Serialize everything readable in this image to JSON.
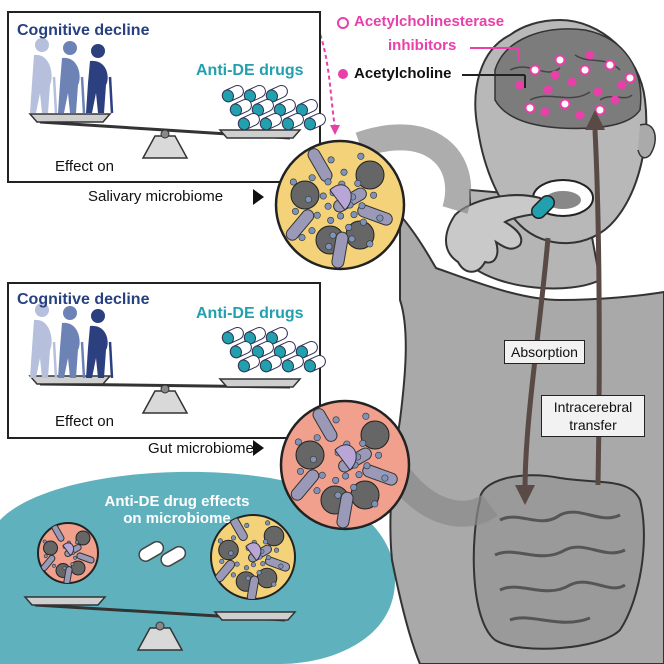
{
  "panel_salivary": {
    "left_label": "Cognitive decline",
    "right_label": "Anti-DE drugs",
    "effect_label": "Effect on",
    "site_label": "Salivary microbiome"
  },
  "panel_gut": {
    "left_label": "Cognitive decline",
    "right_label": "Anti-DE drugs",
    "effect_label": "Effect on",
    "site_label": "Gut microbiome"
  },
  "drug_effects": {
    "title_line1": "Anti-DE drug effects",
    "title_line2": "on microbiome"
  },
  "legend": {
    "inhibitors_line1": "Acetylcholinesterase",
    "inhibitors_line2": "inhibitors",
    "acetylcholine": "Acetylcholine"
  },
  "arrows": {
    "absorption": "Absorption",
    "transfer_line1": "Intracerebral",
    "transfer_line2": "transfer"
  },
  "colors": {
    "dark_blue": "#27407f",
    "teal": "#23a0ad",
    "pink": "#e83fa8",
    "saliva_yellow": "#f3d27a",
    "gut_salmon": "#f0a08c",
    "body_gray": "#b3b3b3"
  }
}
